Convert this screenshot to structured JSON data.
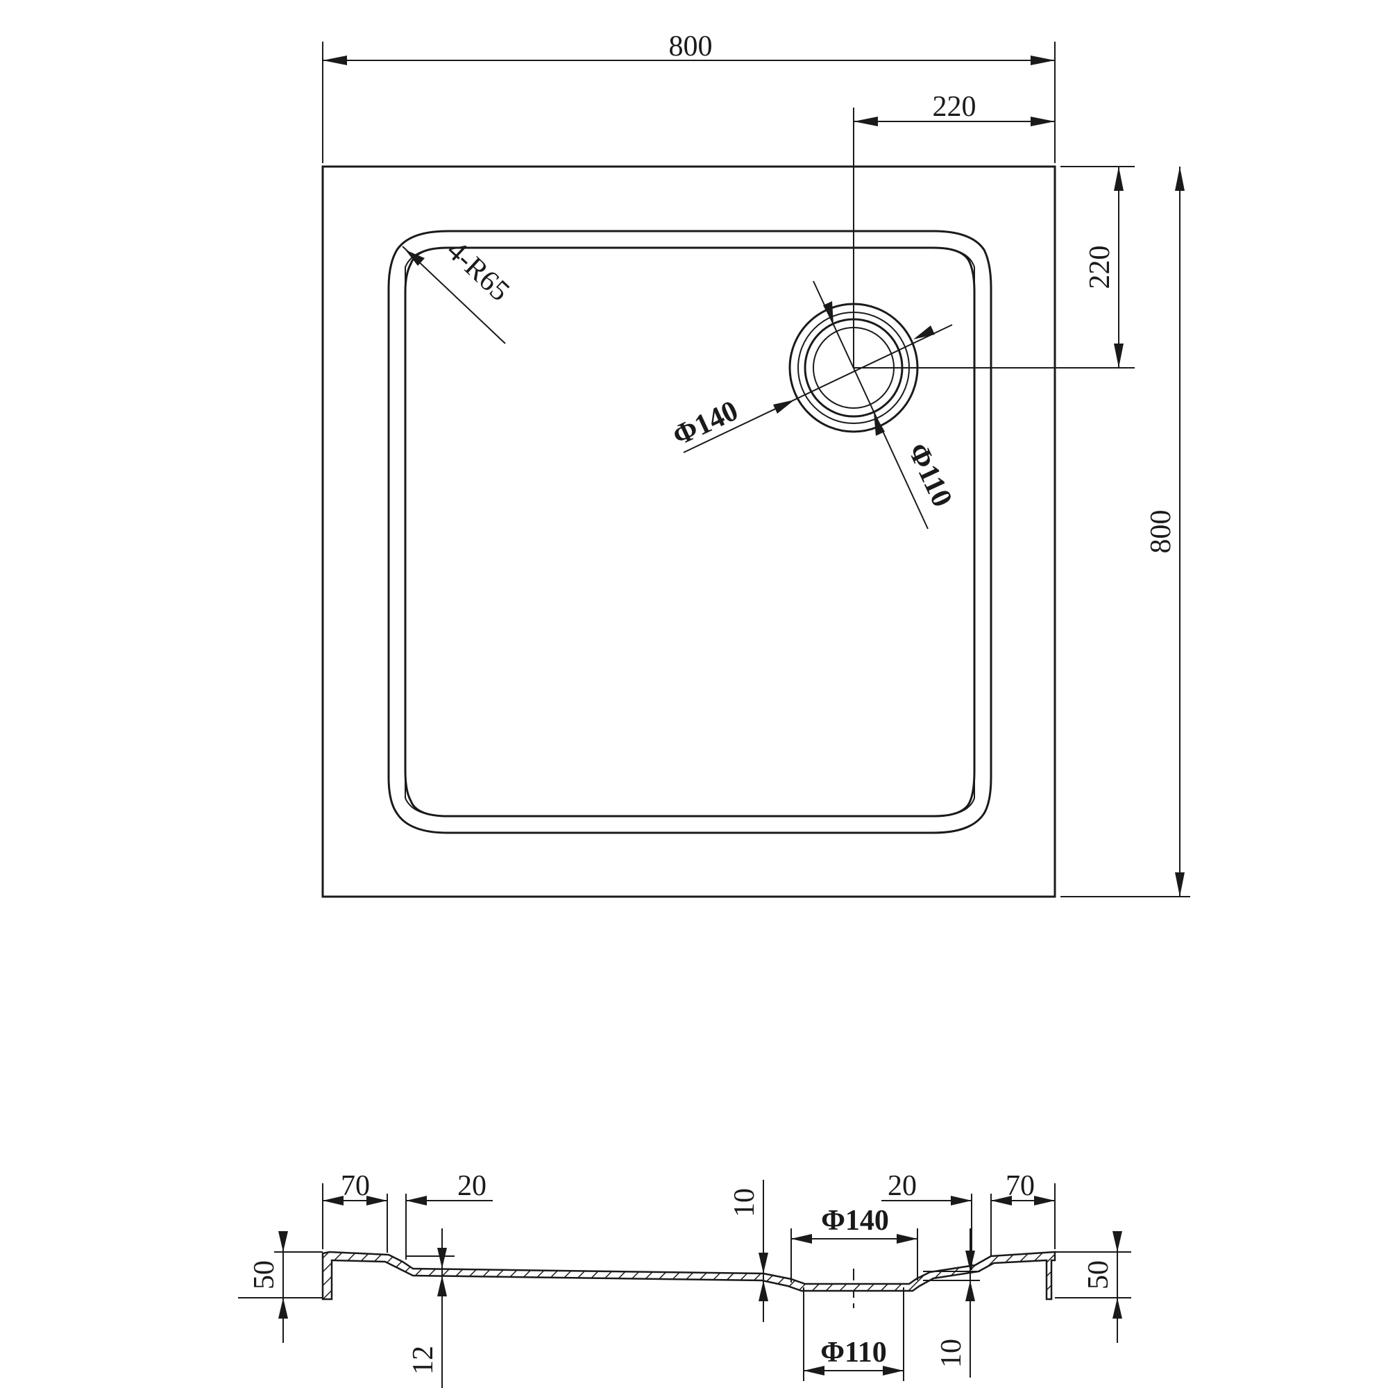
{
  "plan_view": {
    "overall_width": "800",
    "overall_depth": "800",
    "drain_offset_x": "220",
    "drain_offset_y": "220",
    "corner_radius": "4-R65",
    "drain_outer_diameter": "Φ140",
    "drain_inner_diameter": "Φ110"
  },
  "section_view": {
    "rim_width_left": "70",
    "slope_width_left": "20",
    "rim_width_right": "70",
    "slope_width_right": "20",
    "height_left": "50",
    "height_right": "50",
    "floor_thickness": "12",
    "slope_drop_center": "10",
    "slope_drop_drain": "10",
    "drain_outer_diameter": "Φ140",
    "drain_inner_diameter": "Φ110"
  }
}
